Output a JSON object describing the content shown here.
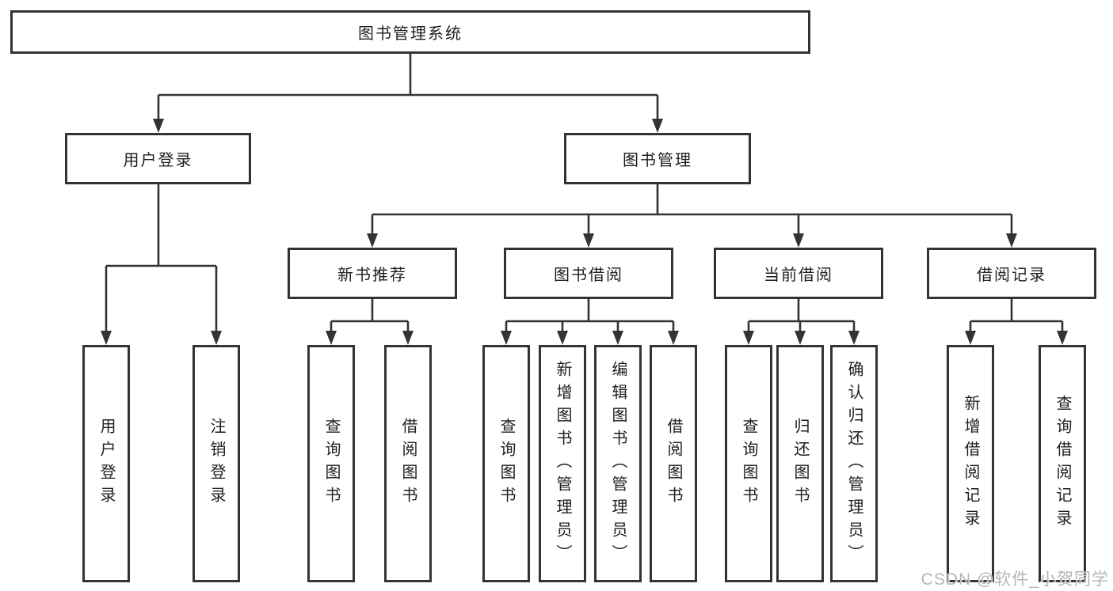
{
  "nodes": {
    "root": "图书管理系统",
    "user_login": "用户登录",
    "book_mgmt": "图书管理",
    "new_book_rec": "新书推荐",
    "book_borrow": "图书借阅",
    "current_borrow": "当前借阅",
    "borrow_records": "借阅记录",
    "leaf_user_login": "用户登录",
    "leaf_logout": "注销登录",
    "leaf_query_book_1": "查询图书",
    "leaf_borrow_book_1": "借阅图书",
    "leaf_query_book_2": "查询图书",
    "leaf_add_book": "新增图书（管理员）",
    "leaf_edit_book": "编辑图书（管理员）",
    "leaf_borrow_book_2": "借阅图书",
    "leaf_query_book_3": "查询图书",
    "leaf_return_book": "归还图书",
    "leaf_confirm_return": "确认归还（管理员）",
    "leaf_add_record": "新增借阅记录",
    "leaf_query_record": "查询借阅记录"
  },
  "watermark": "CSDN @软件_小贺同学",
  "colors": {
    "line": "#333333",
    "text": "#1f1f1f",
    "watermark": "#b5b5b5",
    "background": "#ffffff"
  }
}
